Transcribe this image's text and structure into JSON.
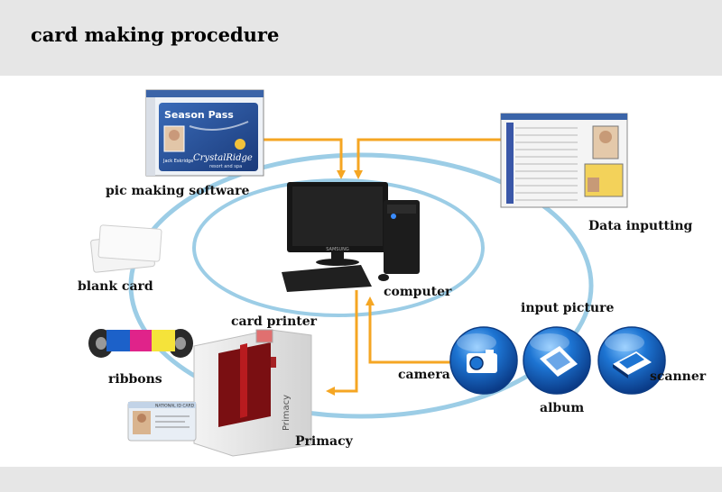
{
  "title": "card making procedure",
  "labels": {
    "pic_software": "pic making software",
    "data_inputting": "Data inputting",
    "blank_card": "blank card",
    "computer": "computer",
    "card_printer": "card printer",
    "input_picture": "input picture",
    "ribbons": "ribbons",
    "camera": "camera",
    "album": "album",
    "scanner": "scanner",
    "primacy": "Primacy"
  },
  "screens": {
    "season_pass": "Season Pass",
    "holder_name": "Jack Eskridge",
    "resort_name": "CrystalRidge",
    "resort_sub": "resort and spa",
    "monitor_brand": "SAMSUNG"
  },
  "id_card": {
    "header": "NATIONAL ID CARD"
  },
  "printer_brand": "Primacy",
  "colors": {
    "arrow": "#f5a623",
    "ring": "#9ccde6",
    "button_blue": "#1b5fb4"
  }
}
